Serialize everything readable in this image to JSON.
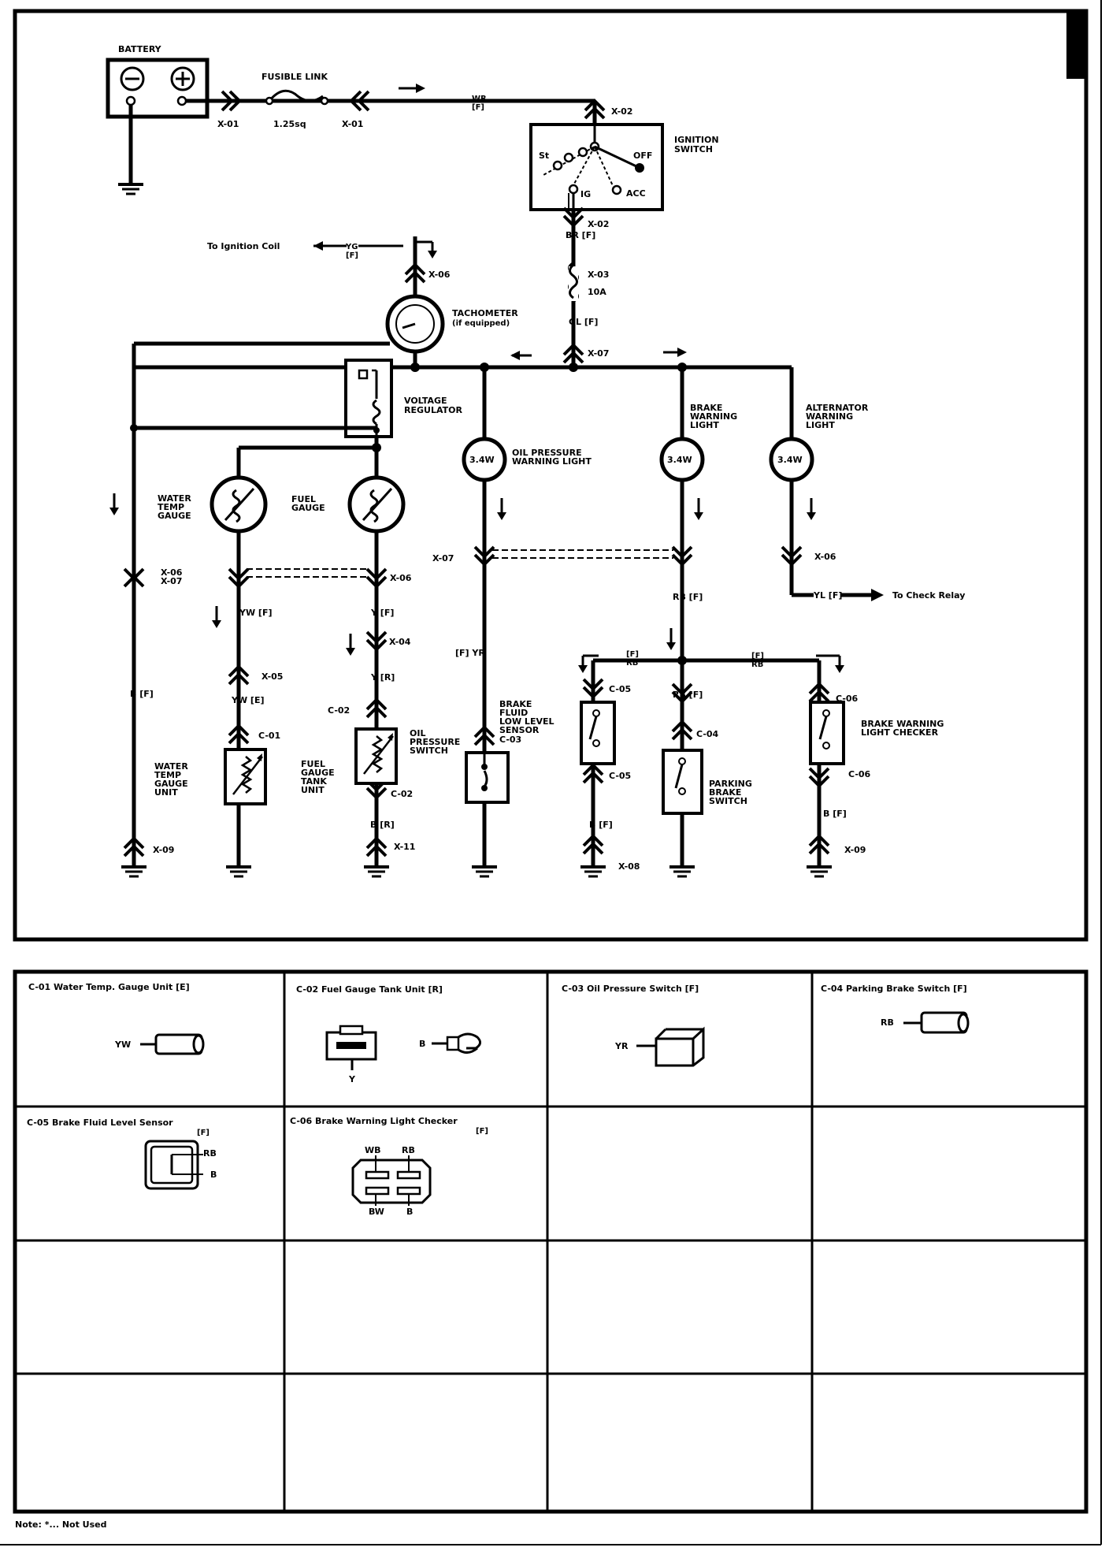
{
  "battery": {
    "label": "BATTERY",
    "neg": "⊖",
    "pos": "⊕"
  },
  "fusible_link": {
    "label": "FUSIBLE LINK",
    "size": "1.25sq",
    "conn_left": "X-01",
    "conn_right": "X-01"
  },
  "wire_wr": {
    "color": "WR",
    "harness": "[F]"
  },
  "ignition": {
    "label1": "IGNITION",
    "label2": "SWITCH",
    "conn_top": "X-02",
    "conn_bottom": "X-02",
    "st": "St",
    "off": "OFF",
    "ig": "IG",
    "acc": "ACC"
  },
  "wire_br": "BR [F]",
  "fuse": {
    "conn": "X-03",
    "rating": "10A"
  },
  "wire_gl": "GL [F]",
  "x07_top": "X-07",
  "ign_coil": {
    "label": "To Ignition Coil",
    "color": "YG",
    "harness": "[F]",
    "conn": "X-06"
  },
  "tachometer": {
    "label1": "TACHOMETER",
    "label2": "(if equipped)"
  },
  "voltage_regulator": {
    "label1": "VOLTAGE",
    "label2": "REGULATOR"
  },
  "oil_light": {
    "watt": "3.4W",
    "label1": "OIL PRESSURE",
    "label2": "WARNING LIGHT"
  },
  "brake_light": {
    "watt": "3.4W",
    "label1": "BRAKE",
    "label2": "WARNING",
    "label3": "LIGHT"
  },
  "alt_light": {
    "watt": "3.4W",
    "label1": "ALTERNATOR",
    "label2": "WARNING",
    "label3": "LIGHT"
  },
  "water_gauge": {
    "label1": "WATER",
    "label2": "TEMP",
    "label3": "GAUGE"
  },
  "fuel_gauge": {
    "label1": "FUEL",
    "label2": "GAUGE"
  },
  "left_conn": {
    "a": "X-06",
    "b": "X-07"
  },
  "x06_mid": "X-06",
  "x07_mid": "X-07",
  "x06_alt": "X-06",
  "wire_yw_f": "YW [F]",
  "wire_y_f": "Y [F]",
  "x04": "X-04",
  "wire_y_r": "Y [R]",
  "x05": "X-05",
  "wire_yw_e": "YW [E]",
  "c01": "C-01",
  "c02_top": "C-02",
  "c02_bottom": "C-02",
  "wire_b_r": "B [R]",
  "x11": "X-11",
  "wire_b_f_left": "B [F]",
  "x09_left": "X-09",
  "water_unit": {
    "label1": "WATER",
    "label2": "TEMP",
    "label3": "GAUGE",
    "label4": "UNIT"
  },
  "fuel_unit": {
    "label1": "FUEL",
    "label2": "GAUGE",
    "label3": "TANK",
    "label4": "UNIT"
  },
  "oil_switch": {
    "label1": "OIL",
    "label2": "PRESSURE",
    "label3": "SWITCH"
  },
  "wire_yr": "[F] YR",
  "brake_fluid": {
    "label1": "BRAKE",
    "label2": "FLUID",
    "label3": "LOW LEVEL",
    "label4": "SENSOR"
  },
  "c03": "C-03",
  "wire_rb_f": "RB [F]",
  "rb_left": {
    "harness": "[F]",
    "color": "RB"
  },
  "rb_right": {
    "harness": "[F]",
    "color": "RB"
  },
  "c05_top": "C-05",
  "c05_bottom": "C-05",
  "wire_b_f_mid": "B [F]",
  "x08": "X-08",
  "wire_rb_f2": "RB [F]",
  "c04": "C-04",
  "parking": {
    "label1": "PARKING",
    "label2": "BRAKE",
    "label3": "SWITCH"
  },
  "c06_top": "C-06",
  "c06_bottom": "C-06",
  "checker": {
    "label1": "BRAKE WARNING",
    "label2": "LIGHT CHECKER"
  },
  "wire_b_f_right": "B [F]",
  "x09_right": "X-09",
  "wire_yl": "YL [F]",
  "check_relay": "To Check Relay",
  "connectors": {
    "c01": {
      "title": "C-01  Water Temp. Gauge Unit [E]",
      "wire": "YW"
    },
    "c02": {
      "title": "C-02  Fuel Gauge Tank Unit [R]",
      "wire_left": "Y",
      "wire_right": "B"
    },
    "c03": {
      "title": "C-03  Oil Pressure Switch [F]",
      "wire": "YR"
    },
    "c04": {
      "title": "C-04  Parking Brake   Switch [F]",
      "wire": "RB"
    },
    "c05": {
      "title": "C-05  Brake Fluid Level Sensor",
      "harness": "[F]",
      "pin1": "RB",
      "pin2": "B"
    },
    "c06": {
      "title": "C-06    Brake Warning Light Checker",
      "harness": "[F]",
      "pin_tl": "WB",
      "pin_tr": "RB",
      "pin_bl": "BW",
      "pin_br": "B"
    }
  },
  "note": "Note: *... Not Used"
}
